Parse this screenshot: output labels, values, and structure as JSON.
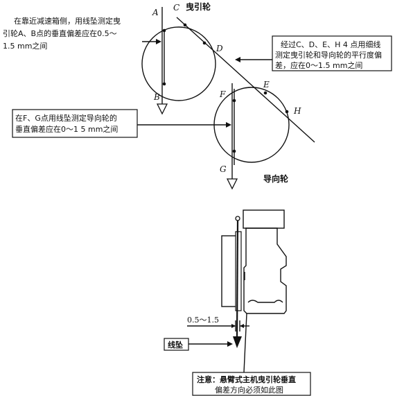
{
  "labels": {
    "A": "A",
    "B": "B",
    "C": "C",
    "D": "D",
    "E": "E",
    "F": "F",
    "G": "G",
    "H": "H",
    "traction_wheel": "曳引轮",
    "guide_wheel": "导向轮",
    "plumb": "线坠",
    "dimension": "0.5～1.5"
  },
  "notes": {
    "note_ab": [
      "在靠近减速箱侧，用线坠测定曳",
      "引轮A、B点的垂直偏差应在0.5～",
      "1.5 mm之间"
    ],
    "note_cdeh": [
      "经过C、D、E、H 4 点用细线",
      "测定曳引轮和导向轮的平行度偏",
      "差，应在0～1.5 mm之间"
    ],
    "note_fg": [
      "在F、G点用线坠测定导向轮的",
      "垂直偏差应在0～1 5 mm之间"
    ],
    "note_bottom": [
      "注意：悬臂式主机曳引轮垂直",
      "偏差方向必须如此图"
    ]
  }
}
